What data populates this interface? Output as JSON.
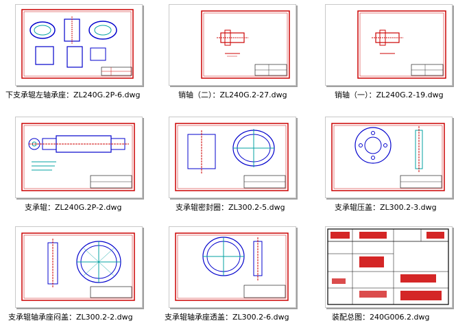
{
  "files": [
    {
      "name": "下支承辊左轴承座：ZL240G.2P-6.dwg",
      "thumb": "bearing-seat-left"
    },
    {
      "name": "销轴（二）：ZL240G.2-27.dwg",
      "thumb": "pin-2"
    },
    {
      "name": "销轴（一）：ZL240G.2-19.dwg",
      "thumb": "pin-1"
    },
    {
      "name": "支承辊：ZL240G.2P-2.dwg",
      "thumb": "roller"
    },
    {
      "name": "支承辊密封圈：ZL300.2-5.dwg",
      "thumb": "seal-ring"
    },
    {
      "name": "支承辊压盖：ZL300.2-3.dwg",
      "thumb": "gland"
    },
    {
      "name": "支承辊轴承座闷盖：ZL300.2-2.dwg",
      "thumb": "blind-cover"
    },
    {
      "name": "支承辊轴承座透盖：ZL300.2-6.dwg",
      "thumb": "through-cover"
    },
    {
      "name": "装配总图：240G006.2.dwg",
      "thumb": "assembly"
    }
  ],
  "colors": {
    "drawing": "#cc0000",
    "detail": "#0000cc",
    "accent": "#00a0a0",
    "frame": "#000000"
  }
}
